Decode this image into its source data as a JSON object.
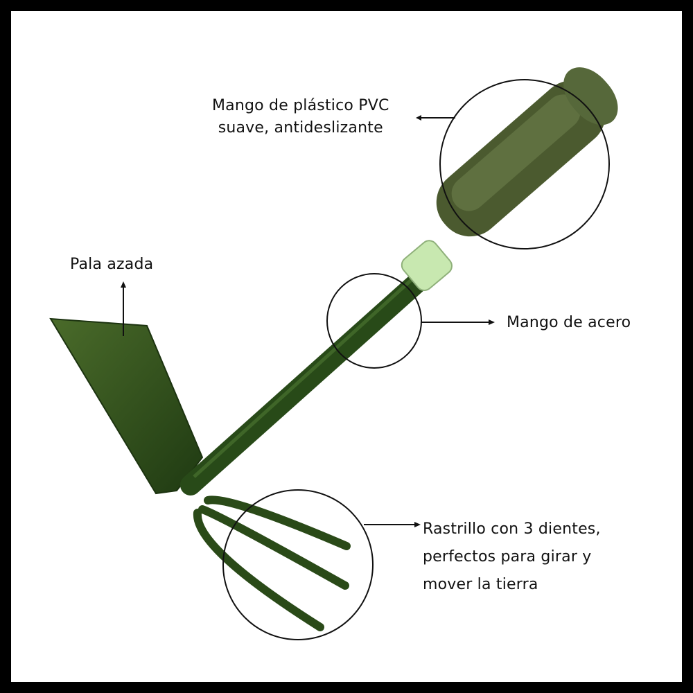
{
  "labels": {
    "handle_pvc": [
      "Mango de plástico PVC",
      "suave, antideslizante"
    ],
    "blade": "Pala azada",
    "steel_shaft": "Mango de acero",
    "rake": [
      "Rastrillo con 3 dientes,",
      "perfectos para girar y",
      "mover la tierra"
    ]
  },
  "colors": {
    "tool_green": "#2f4f1c",
    "grip_green": "#4b5a2f",
    "collar": "#c8e8b0"
  }
}
